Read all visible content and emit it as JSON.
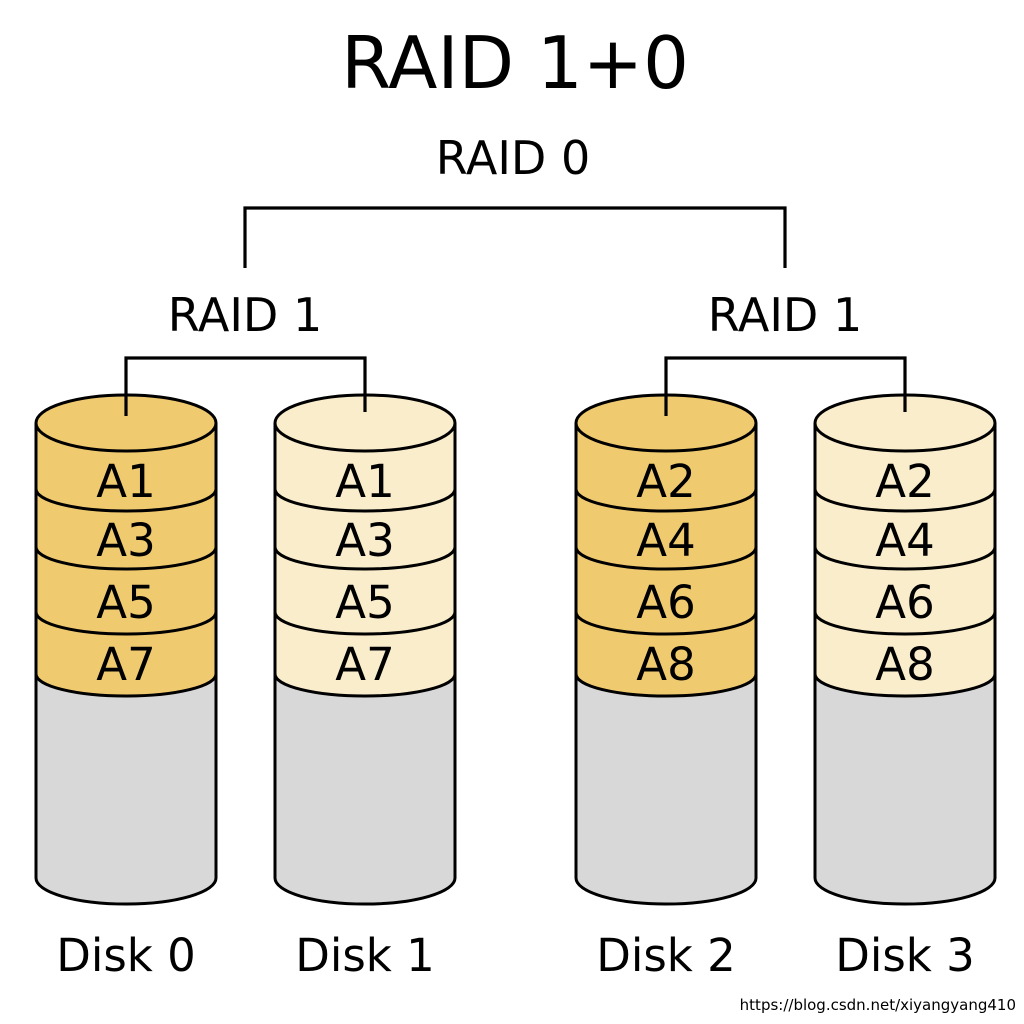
{
  "title": "RAID 1+0",
  "tree": {
    "raid0_label": "RAID 0",
    "raid1_left_label": "RAID 1",
    "raid1_right_label": "RAID 1"
  },
  "disks": [
    {
      "name": "Disk 0",
      "palette": "gold",
      "segments": [
        "A1",
        "A3",
        "A5",
        "A7"
      ]
    },
    {
      "name": "Disk 1",
      "palette": "cream",
      "segments": [
        "A1",
        "A3",
        "A5",
        "A7"
      ]
    },
    {
      "name": "Disk 2",
      "palette": "gold",
      "segments": [
        "A2",
        "A4",
        "A6",
        "A8"
      ]
    },
    {
      "name": "Disk 3",
      "palette": "cream",
      "segments": [
        "A2",
        "A4",
        "A6",
        "A8"
      ]
    }
  ],
  "colors": {
    "gold": "#F0CA6F",
    "cream": "#F9EDCC",
    "unused_space_gray": "#D8D8D8",
    "outline": "#000000",
    "watermark": "#E3E3E3"
  },
  "watermark": "https://blog.csdn.net/xiyangyang410"
}
